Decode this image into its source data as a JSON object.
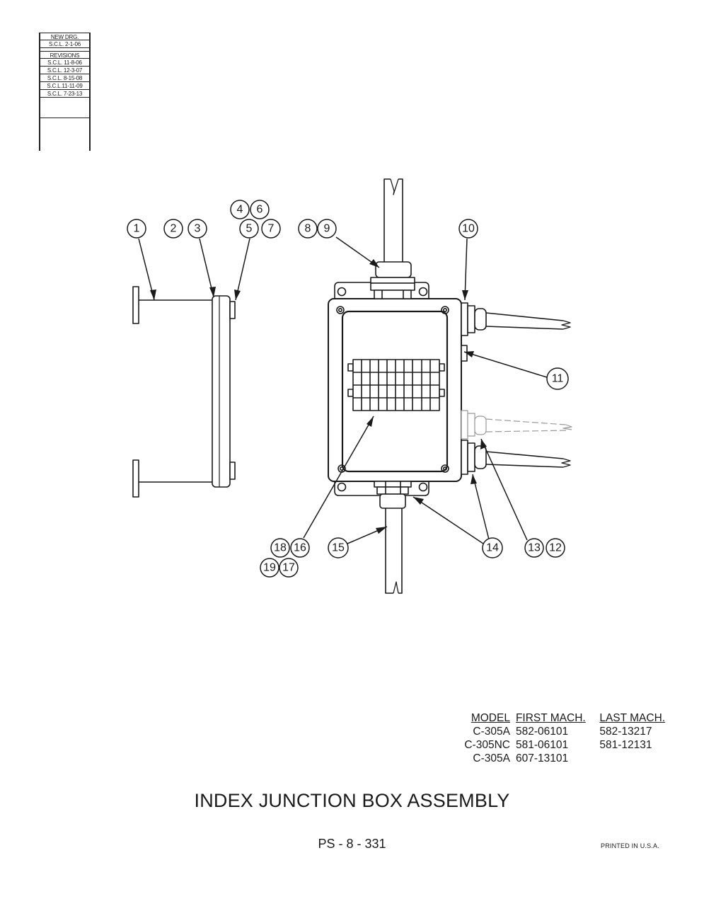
{
  "revision_block": {
    "new_drg_label": "NEW DRG.",
    "new_drg_entry": "S.C.L. 2-1-06",
    "revisions_label": "REVISIONS",
    "entries": [
      "S.C.L. 11-8-06",
      "S.C.L. 12-3-07",
      "S.C.L. 8-15-08",
      "S.C.L.11-11-09",
      "S.C.L. 7-23-13"
    ]
  },
  "callouts": {
    "c1": "1",
    "c2": "2",
    "c3": "3",
    "c4": "4",
    "c5": "5",
    "c6": "6",
    "c7": "7",
    "c8": "8",
    "c9": "9",
    "c10": "10",
    "c11": "11",
    "c12": "12",
    "c13": "13",
    "c14": "14",
    "c15": "15",
    "c16": "16",
    "c17": "17",
    "c18": "18",
    "c19": "19"
  },
  "models_table": {
    "headers": [
      "MODEL",
      "FIRST MACH.",
      "LAST MACH."
    ],
    "rows": [
      [
        "C-305A",
        "582-06101",
        "582-13217"
      ],
      [
        "C-305NC",
        "581-06101",
        "581-12131"
      ],
      [
        "C-305A",
        "607-13101",
        ""
      ]
    ]
  },
  "title": "INDEX JUNCTION BOX ASSEMBLY",
  "page_number": "PS - 8 - 331",
  "printed": "PRINTED IN U.S.A."
}
